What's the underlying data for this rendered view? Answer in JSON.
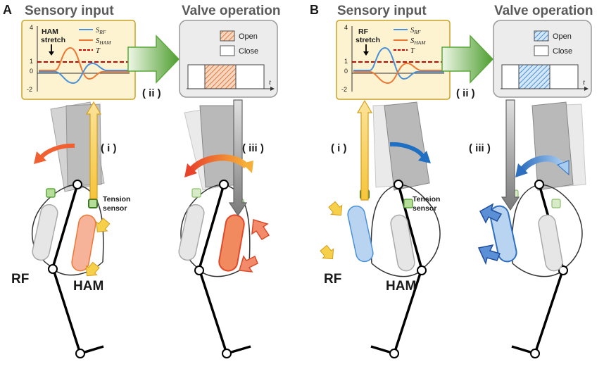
{
  "panels": [
    {
      "letter": "A",
      "sensory_title": "Sensory input",
      "valve_title": "Valve operation",
      "stretch_label_1": "HAM",
      "stretch_label_2": "stretch",
      "y_ticks": [
        "4",
        "1",
        "0",
        "-2"
      ],
      "legend": [
        "S_RF",
        "S_HAM",
        "T"
      ],
      "legend_base": [
        "S",
        "S",
        "T"
      ],
      "legend_sub": [
        "RF",
        "HAM",
        ""
      ],
      "valve_open": "Open",
      "valve_close": "Close",
      "time_label": "t",
      "step_i": "( i )",
      "step_ii": "( ii )",
      "step_iii": "( iii )",
      "sensor_label_1": "Tension",
      "sensor_label_2": "sensor",
      "muscle_left": "RF",
      "muscle_right": "HAM"
    },
    {
      "letter": "B",
      "sensory_title": "Sensory input",
      "valve_title": "Valve operation",
      "stretch_label_1": "RF",
      "stretch_label_2": "stretch",
      "y_ticks": [
        "4",
        "1",
        "0",
        "-2"
      ],
      "legend": [
        "S_RF",
        "S_HAM",
        "T"
      ],
      "legend_base": [
        "S",
        "S",
        "T"
      ],
      "legend_sub": [
        "RF",
        "HAM",
        ""
      ],
      "valve_open": "Open",
      "valve_close": "Close",
      "time_label": "t",
      "step_i": "( i )",
      "step_ii": "( ii )",
      "step_iii": "( iii )",
      "sensor_label_1": "Tension",
      "sensor_label_2": "sensor",
      "muscle_left": "RF",
      "muscle_right": "HAM"
    }
  ],
  "colors": {
    "rf_line": "#4a90d9",
    "ham_line": "#ee7733",
    "threshold": "#cc0000",
    "graph_bg": "#fdf3d0",
    "graph_border": "#c9a227",
    "arrow_green": "#5aa83a",
    "sensor_arrow": "#f2c232",
    "valve_box": "#ececec",
    "ham_muscle": "#f7b39a",
    "rf_muscle": "#b9d4f0"
  }
}
